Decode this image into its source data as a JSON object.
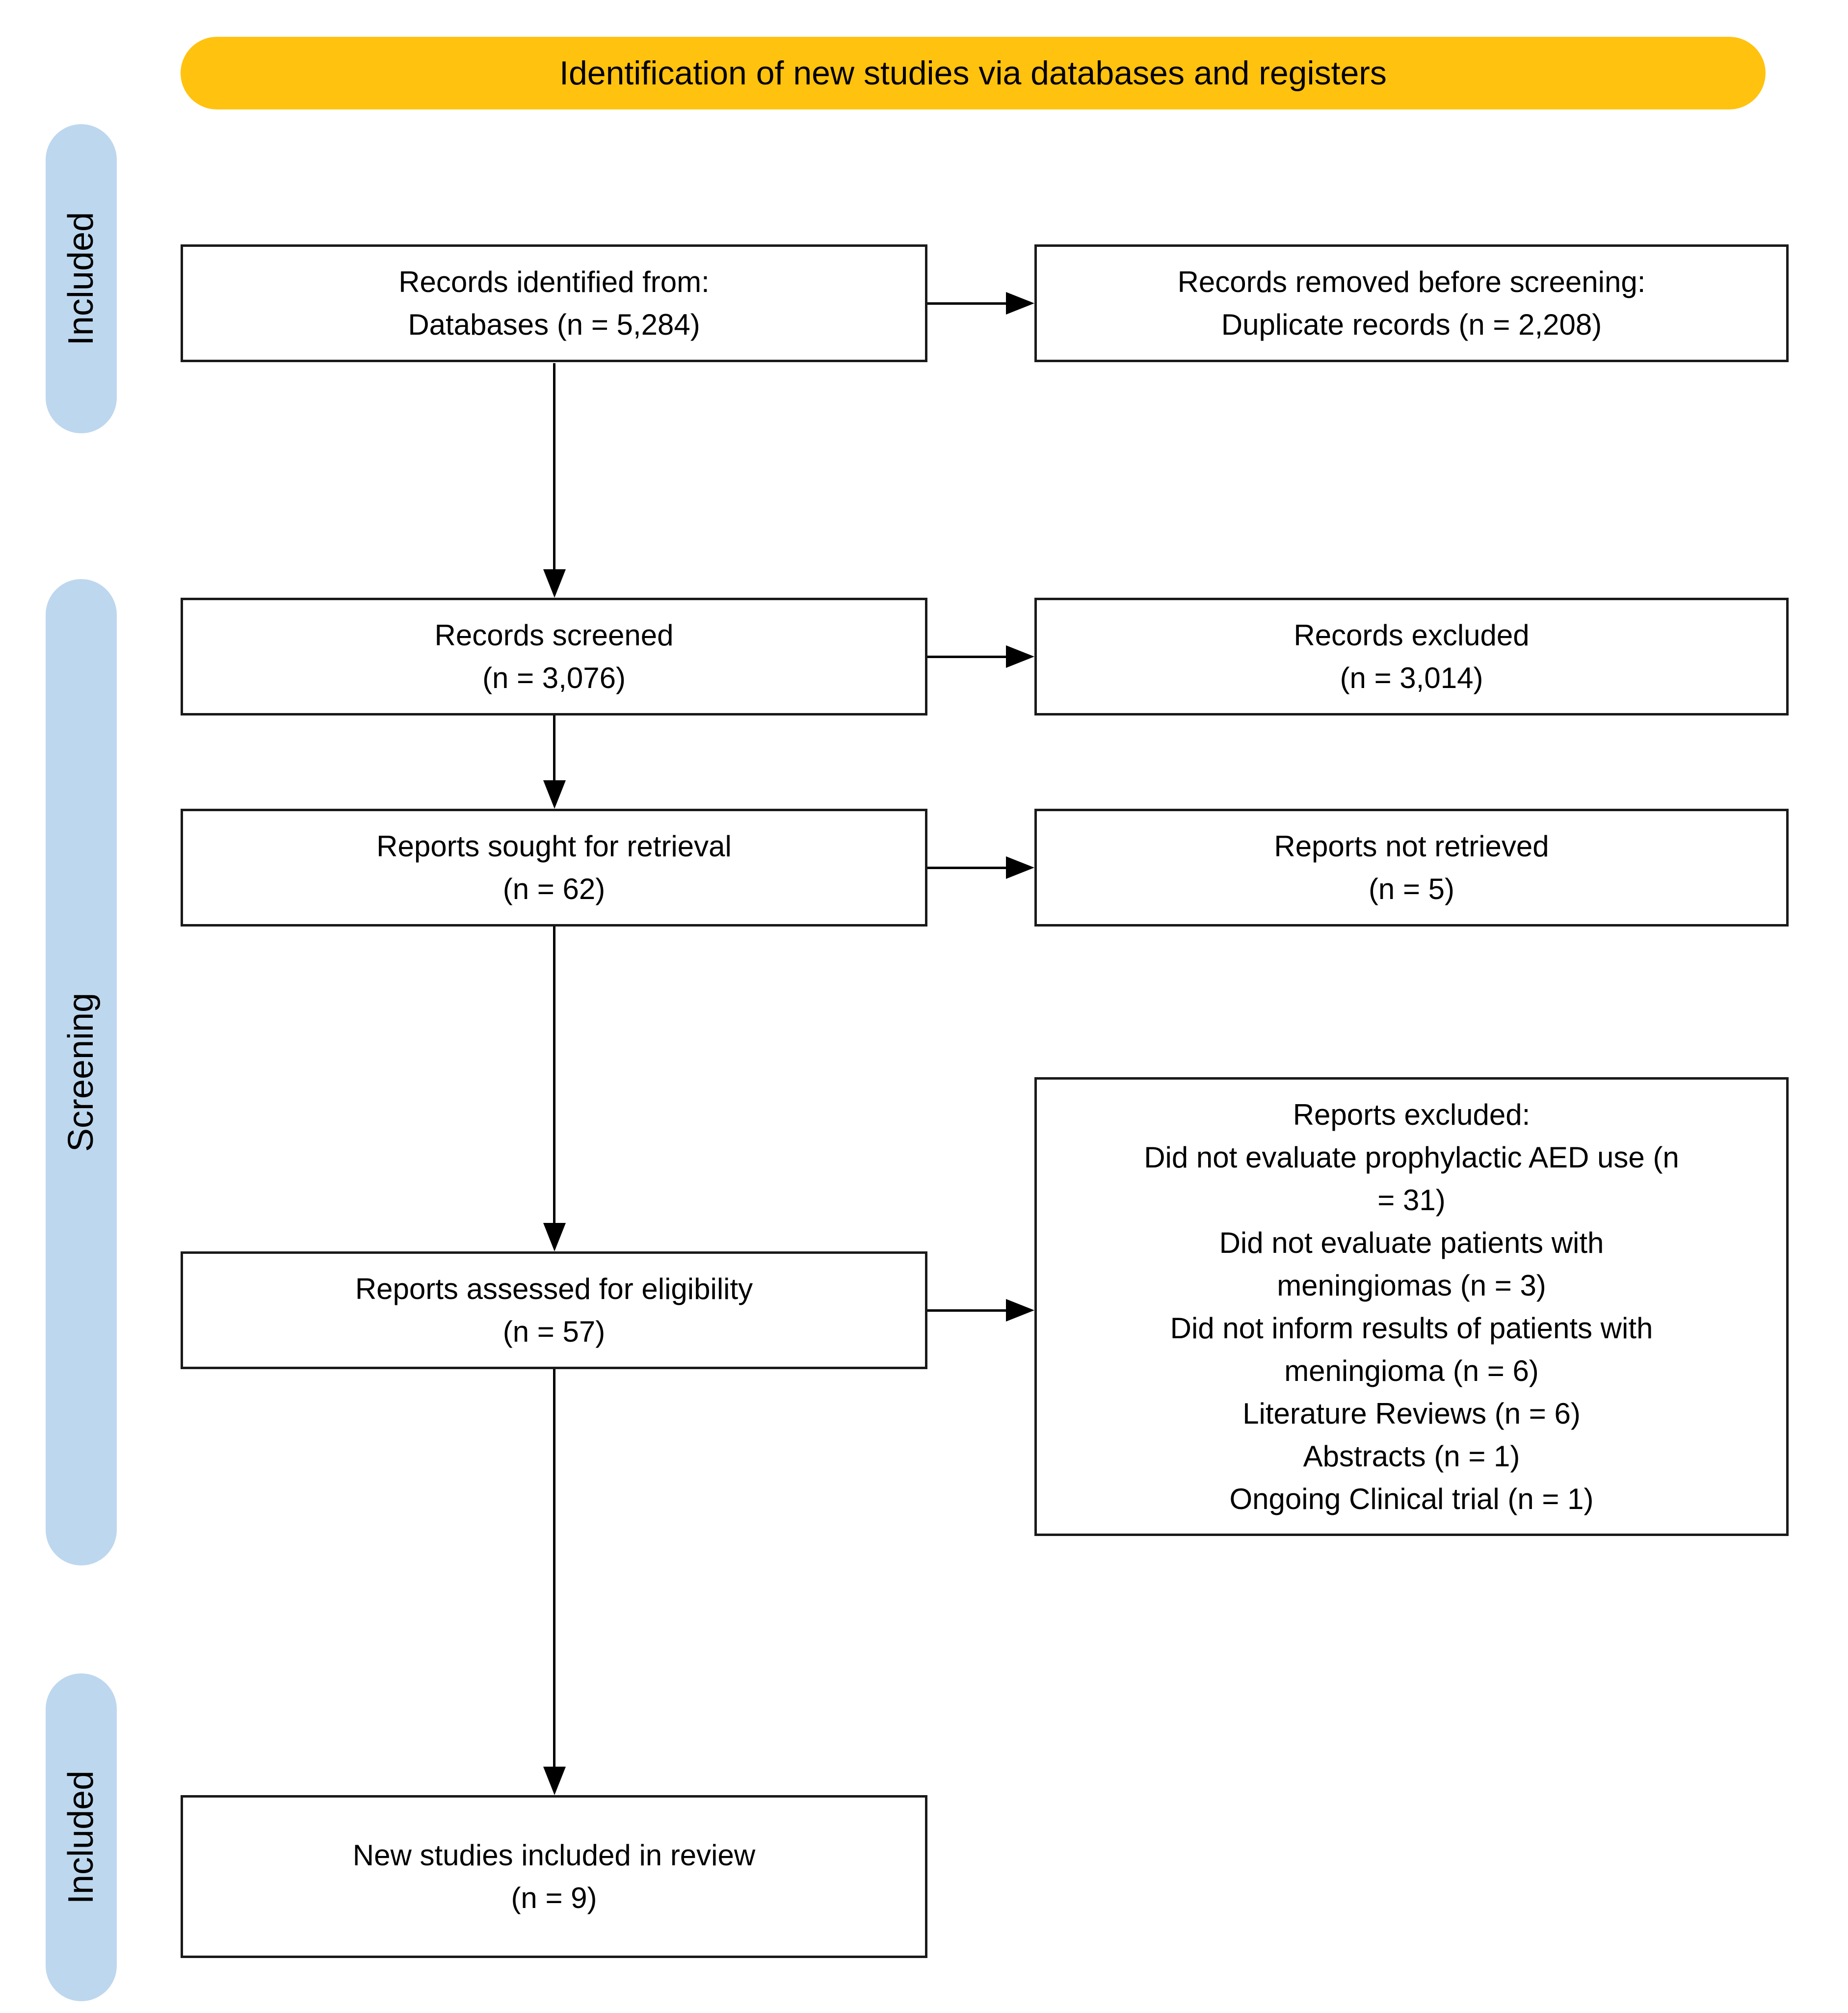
{
  "title_banner": {
    "label": "Identification of new studies via databases and registers"
  },
  "stage_labels": [
    {
      "label": "Included"
    },
    {
      "label": "Screening"
    },
    {
      "label": "Included"
    }
  ],
  "colors": {
    "banner_bg": "#FFC20E",
    "stage_pill_bg": "#BDD7EE",
    "box_border": "#1A1A1A",
    "arrow": "#000000"
  },
  "flow": {
    "records_identified": {
      "line1": "Records identified from:",
      "line2": "Databases (n = 5,284)"
    },
    "records_removed": {
      "line1": "Records removed before screening:",
      "line2": "Duplicate records (n = 2,208)"
    },
    "records_screened": {
      "line1": "Records screened",
      "line2": "(n = 3,076)"
    },
    "records_excluded": {
      "line1": "Records excluded",
      "line2": "(n = 3,014)"
    },
    "reports_sought": {
      "line1": "Reports sought for retrieval",
      "line2": "(n = 62)"
    },
    "reports_not_retrieved": {
      "line1": "Reports not retrieved",
      "line2": "(n = 5)"
    },
    "reports_assessed": {
      "line1": "Reports assessed for eligibility",
      "line2": "(n = 57)"
    },
    "reports_excluded": {
      "title": "Reports excluded:",
      "reasons": [
        "Did not evaluate prophylactic AED use (n = 31)",
        "Did not evaluate patients with meningiomas (n = 3)",
        "Did not inform results of patients with meningioma (n = 6)",
        "Literature Reviews (n = 6)",
        "Abstracts (n = 1)",
        "Ongoing Clinical trial (n = 1)"
      ]
    },
    "new_studies_included": {
      "line1": "New studies included in review",
      "line2": "(n = 9)"
    }
  }
}
